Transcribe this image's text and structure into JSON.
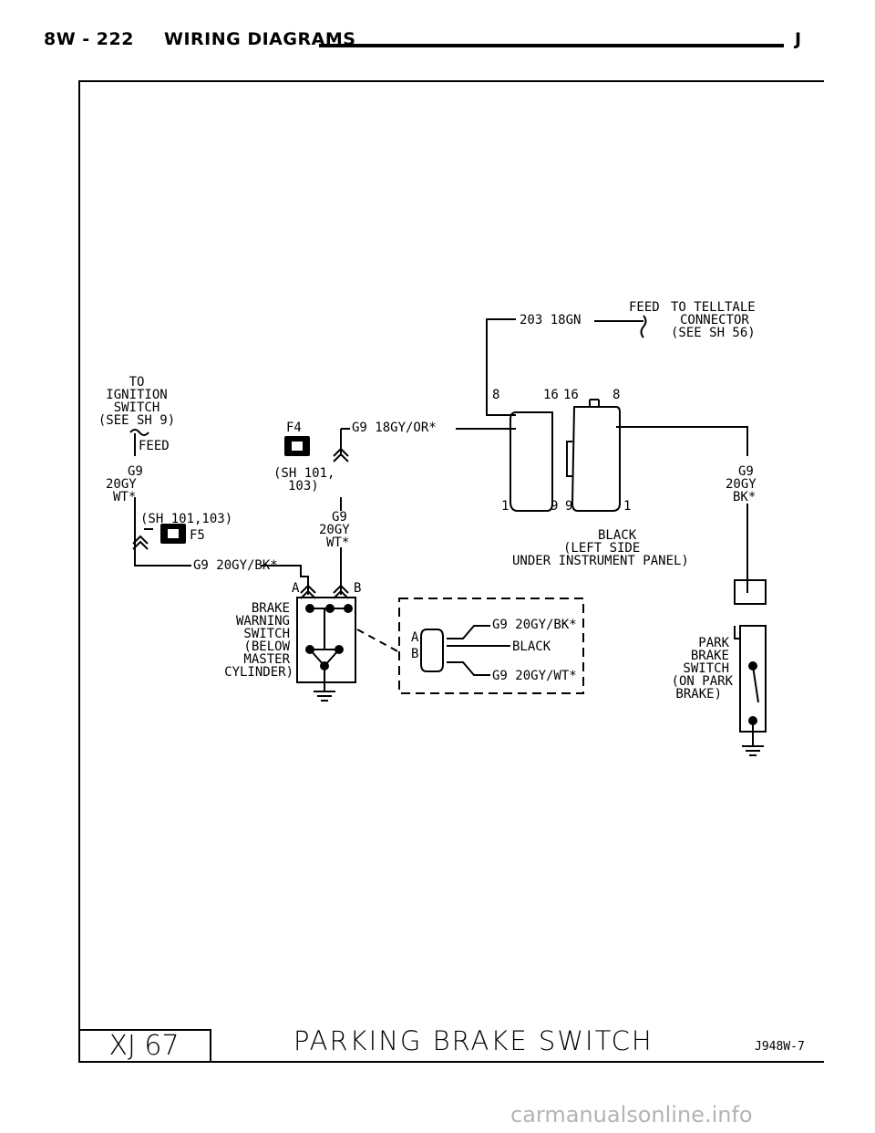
{
  "header": {
    "page": "8W - 222",
    "section": "WIRING DIAGRAMS",
    "letter": "J"
  },
  "ignition": {
    "to": "TO",
    "line1": "IGNITION",
    "line2": "SWITCH",
    "line3": "(SEE SH 9)",
    "feed": "FEED",
    "wire1": "G9",
    "wire2": "20GY",
    "wire3": "WT*",
    "sheet": "(SH 101,103)",
    "fuse": "F5",
    "wire_bk": "G9 20GY/BK*"
  },
  "fuse_f4": {
    "name": "F4",
    "sheet1": "(SH 101,",
    "sheet2": "103)",
    "wire_or": "G9 18GY/OR*",
    "wire1": "G9",
    "wire2": "20GY",
    "wire3": "WT*"
  },
  "telltale": {
    "feed": "FEED",
    "wire": "203 18GN",
    "line1": "TO TELLTALE",
    "line2": "CONNECTOR",
    "line3": "(SEE SH 56)"
  },
  "connector": {
    "pin_left_top": "8",
    "pin_mid_a": "16",
    "pin_mid_b": "16",
    "pin_right_top": "8",
    "pin_left_bot": "1",
    "pin_mid_c": "9",
    "pin_mid_d": "9",
    "pin_right_bot": "1",
    "color": "BLACK",
    "loc1": "(LEFT SIDE",
    "loc2": "UNDER INSTRUMENT PANEL)"
  },
  "brake_switch": {
    "line1": "BRAKE",
    "line2": "WARNING",
    "line3": "SWITCH",
    "line4": "(BELOW",
    "line5": "MASTER",
    "line6": "CYLINDER)",
    "pin_a": "A",
    "pin_b": "B"
  },
  "inset": {
    "pin_a": "A",
    "pin_b": "B",
    "wire_top": "G9 20GY/BK*",
    "color": "BLACK",
    "wire_bot": "G9 20GY/WT*"
  },
  "park_switch": {
    "wire1": "G9",
    "wire2": "20GY",
    "wire3": "BK*",
    "line1": "PARK",
    "line2": "BRAKE",
    "line3": "SWITCH",
    "line4": "(ON PARK",
    "line5": "BRAKE)"
  },
  "footer": {
    "model": "XJ 67",
    "title": "PARKING BRAKE SWITCH",
    "code": "J948W-7"
  },
  "watermark": "carmanualsonline.info"
}
